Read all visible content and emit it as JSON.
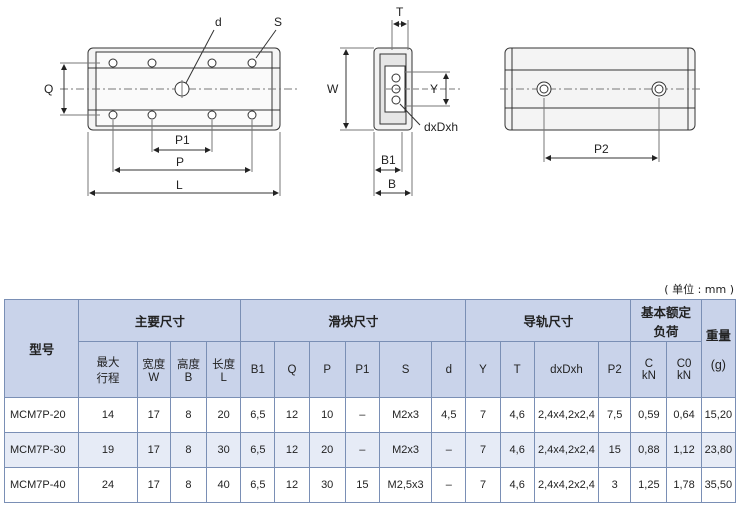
{
  "drawing_labels": {
    "d": "d",
    "S": "S",
    "Q": "Q",
    "P1": "P1",
    "P": "P",
    "L": "L",
    "T": "T",
    "W": "W",
    "Y": "Y",
    "dxDxh": "dxDxh",
    "B1": "B1",
    "B": "B",
    "P2": "P2"
  },
  "unit": "( 单位 : mm )",
  "table": {
    "headers": {
      "model": "型号",
      "main_dims": "主要尺寸",
      "slider_dims": "滑块尺寸",
      "rail_dims": "导轨尺寸",
      "rated_load_1": "基本额定",
      "rated_load_2": "负荷",
      "weight": "重量",
      "stroke_1": "最大",
      "stroke_2": "行程",
      "width_1": "宽度",
      "width_2": "W",
      "height_1": "高度",
      "height_2": "B",
      "length_1": "长度",
      "length_2": "L",
      "B1": "B1",
      "Q": "Q",
      "P": "P",
      "P1": "P1",
      "S": "S",
      "d": "d",
      "Y": "Y",
      "T": "T",
      "dxDxh": "dxDxh",
      "P2": "P2",
      "C_1": "C",
      "C_2": "kN",
      "C0_1": "C0",
      "C0_2": "kN",
      "g": "(g)"
    },
    "rows": [
      {
        "model": "MCM7P-20",
        "stroke": "14",
        "W": "17",
        "B": "8",
        "L": "20",
        "B1": "6,5",
        "Q": "12",
        "P": "10",
        "P1": "–",
        "S": "M2x3",
        "d": "4,5",
        "Y": "7",
        "T": "4,6",
        "dxDxh": "2,4x4,2x2,4",
        "P2": "7,5",
        "C": "0,59",
        "C0": "0,64",
        "weight": "15,20"
      },
      {
        "model": "MCM7P-30",
        "stroke": "19",
        "W": "17",
        "B": "8",
        "L": "30",
        "B1": "6,5",
        "Q": "12",
        "P": "20",
        "P1": "–",
        "S": "M2x3",
        "d": "–",
        "Y": "7",
        "T": "4,6",
        "dxDxh": "2,4x4,2x2,4",
        "P2": "15",
        "C": "0,88",
        "C0": "1,12",
        "weight": "23,80"
      },
      {
        "model": "MCM7P-40",
        "stroke": "24",
        "W": "17",
        "B": "8",
        "L": "40",
        "B1": "6,5",
        "Q": "12",
        "P": "30",
        "P1": "15",
        "S": "M2,5x3",
        "d": "–",
        "Y": "7",
        "T": "4,6",
        "dxDxh": "2,4x4,2x2,4",
        "P2": "3",
        "C": "1,25",
        "C0": "1,78",
        "weight": "35,50"
      }
    ]
  }
}
